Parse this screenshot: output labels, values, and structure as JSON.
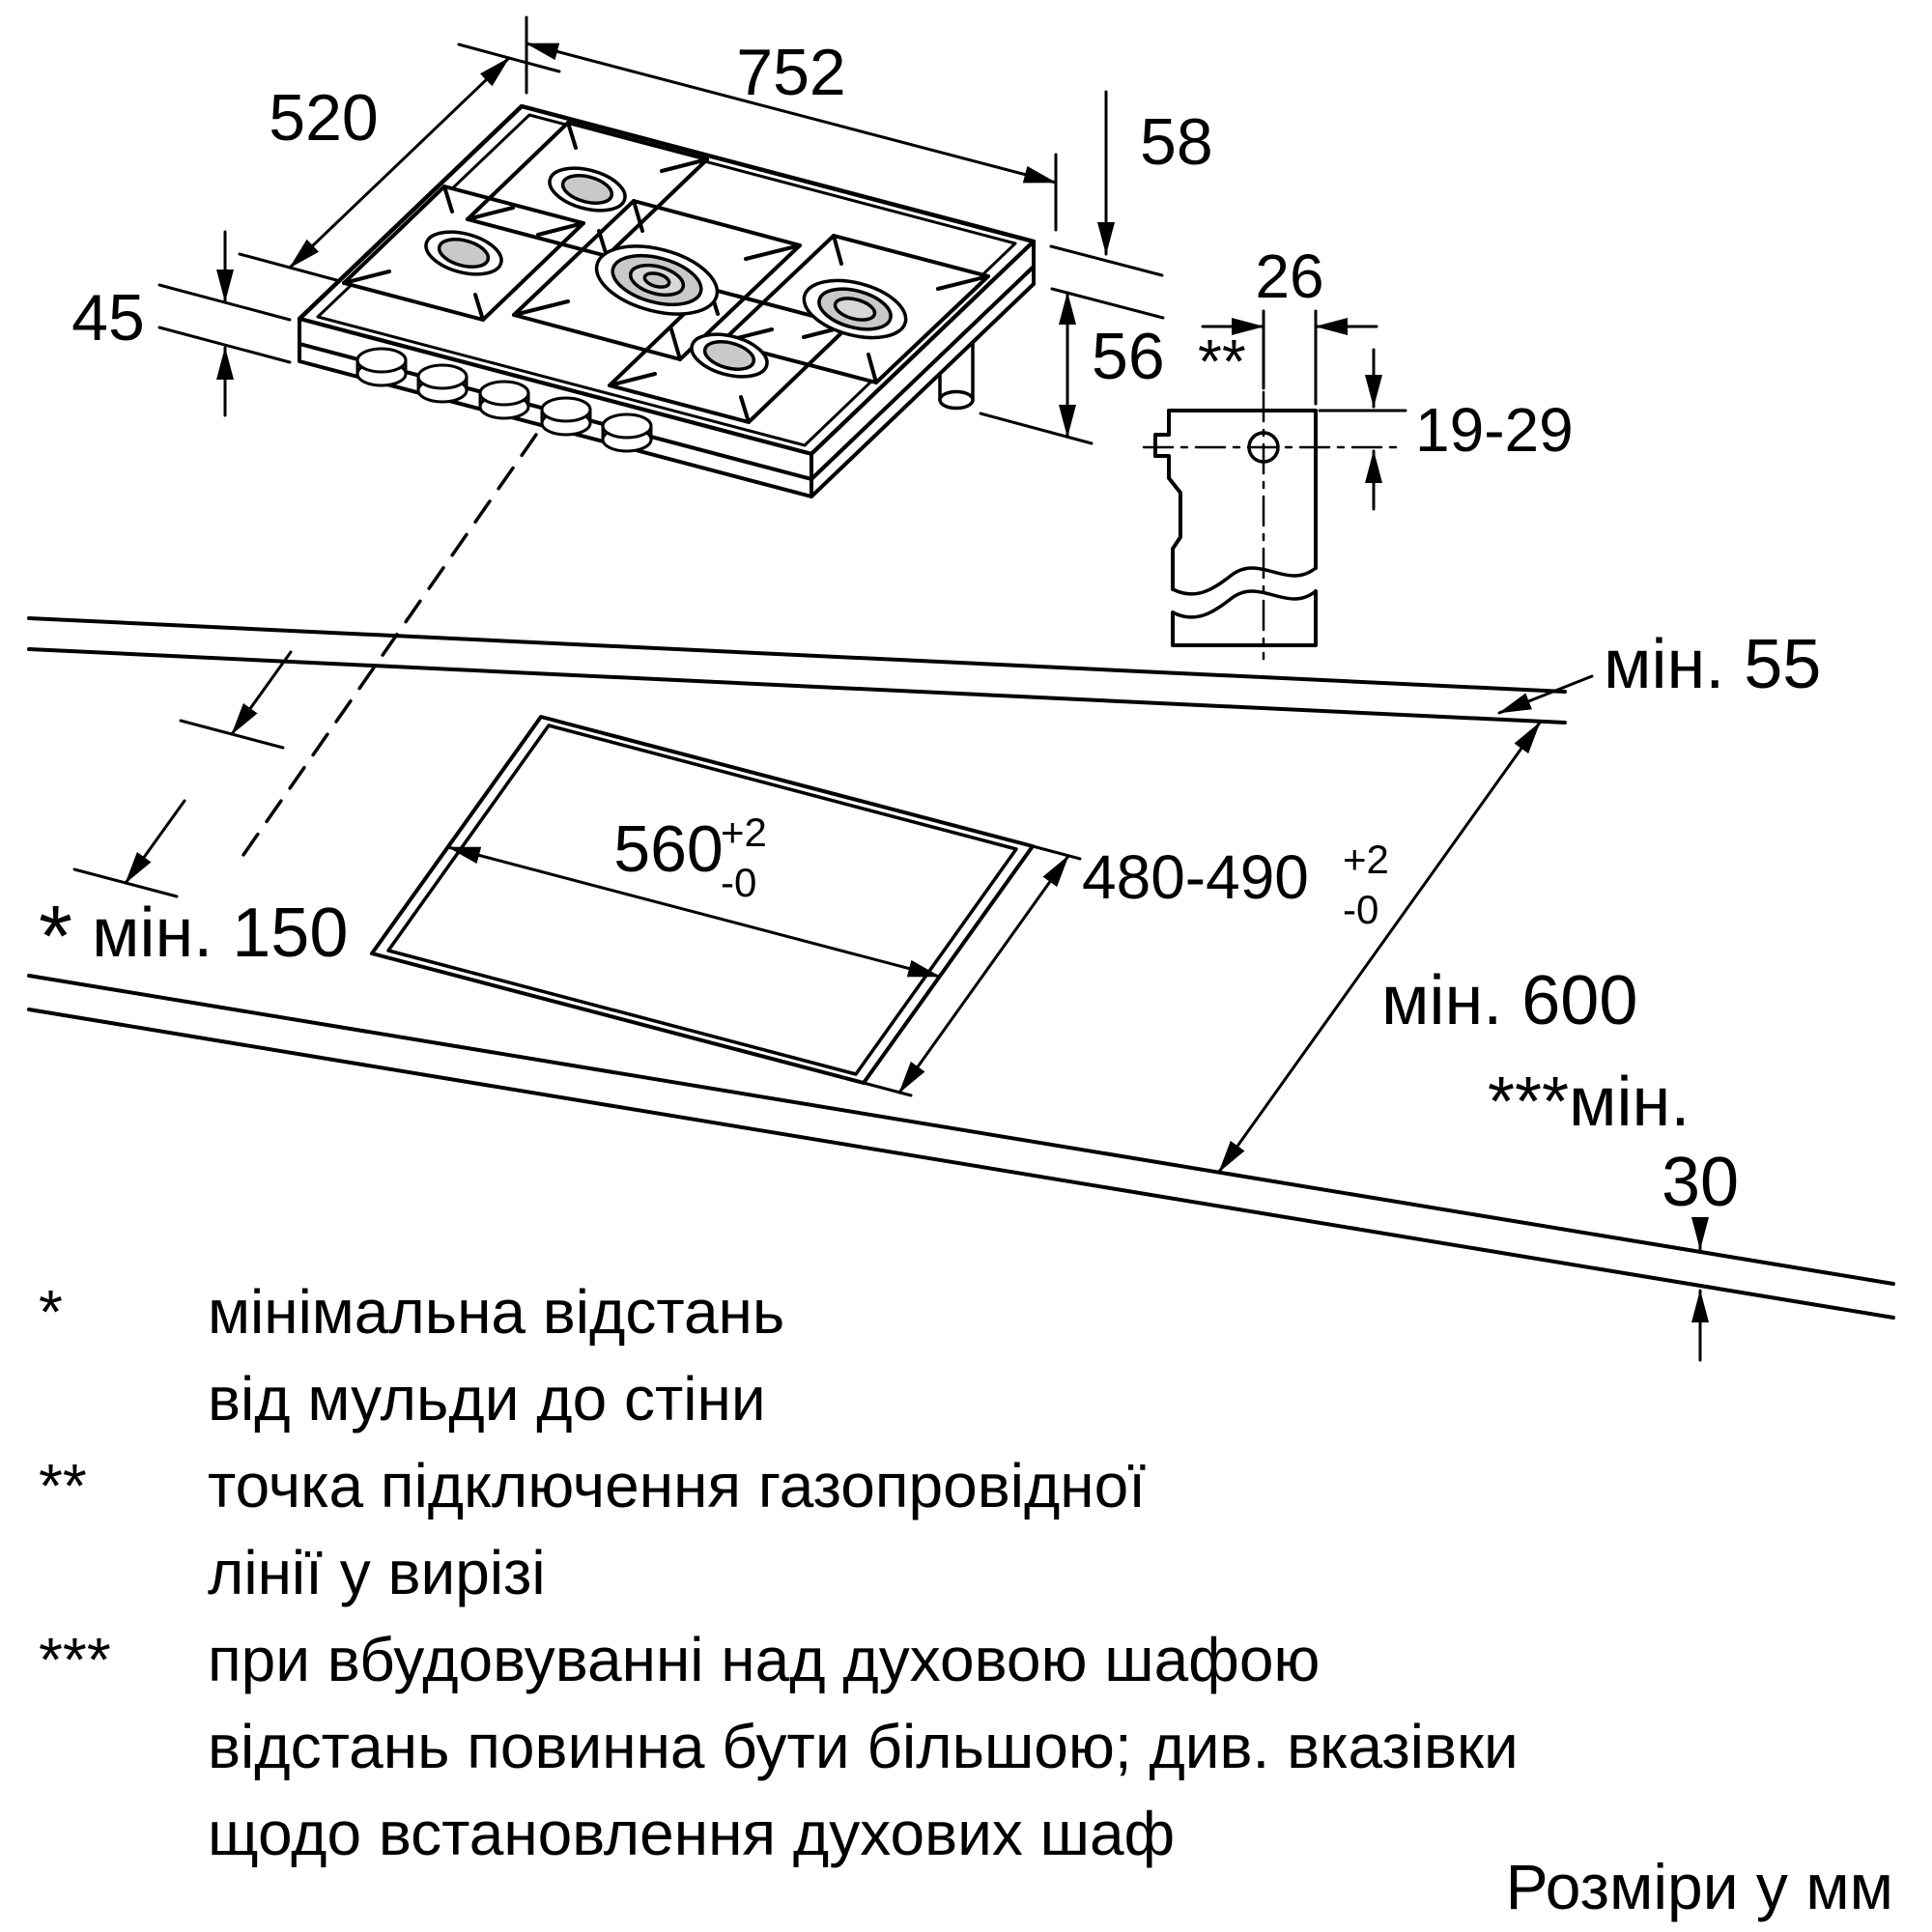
{
  "dimensions": {
    "width_top": "752",
    "depth": "520",
    "height": "45",
    "back_offset": "58",
    "bottom_offset": "56",
    "gas_offset": "26",
    "gas_height_range": "19-29",
    "gas_point_marker": "**"
  },
  "cutout": {
    "width": "560",
    "depth": "480-490",
    "tol_plus": "+2",
    "tol_minus": "-0"
  },
  "clearances": {
    "back": "мін. 55",
    "left_marker": "*",
    "left": "мін. 150",
    "depth": "мін. 600",
    "oven_label": "***мін.",
    "oven_value": "30"
  },
  "footnotes": [
    {
      "marker": "*",
      "lines": [
        "мінімальна відстань",
        "від мульди до стіни"
      ]
    },
    {
      "marker": "**",
      "lines": [
        "точка підключення газопровідної",
        "лінії у вирізі"
      ]
    },
    {
      "marker": "***",
      "lines": [
        "при вбудовуванні над духовою шафою",
        "відстань повинна бути більшою; див. вказівки",
        "щодо встановлення духових шаф"
      ]
    }
  ],
  "units_note": "Розміри у мм",
  "colors": {
    "line": "#000000",
    "burner_fill": "#c9c9c9",
    "background": "#ffffff"
  }
}
